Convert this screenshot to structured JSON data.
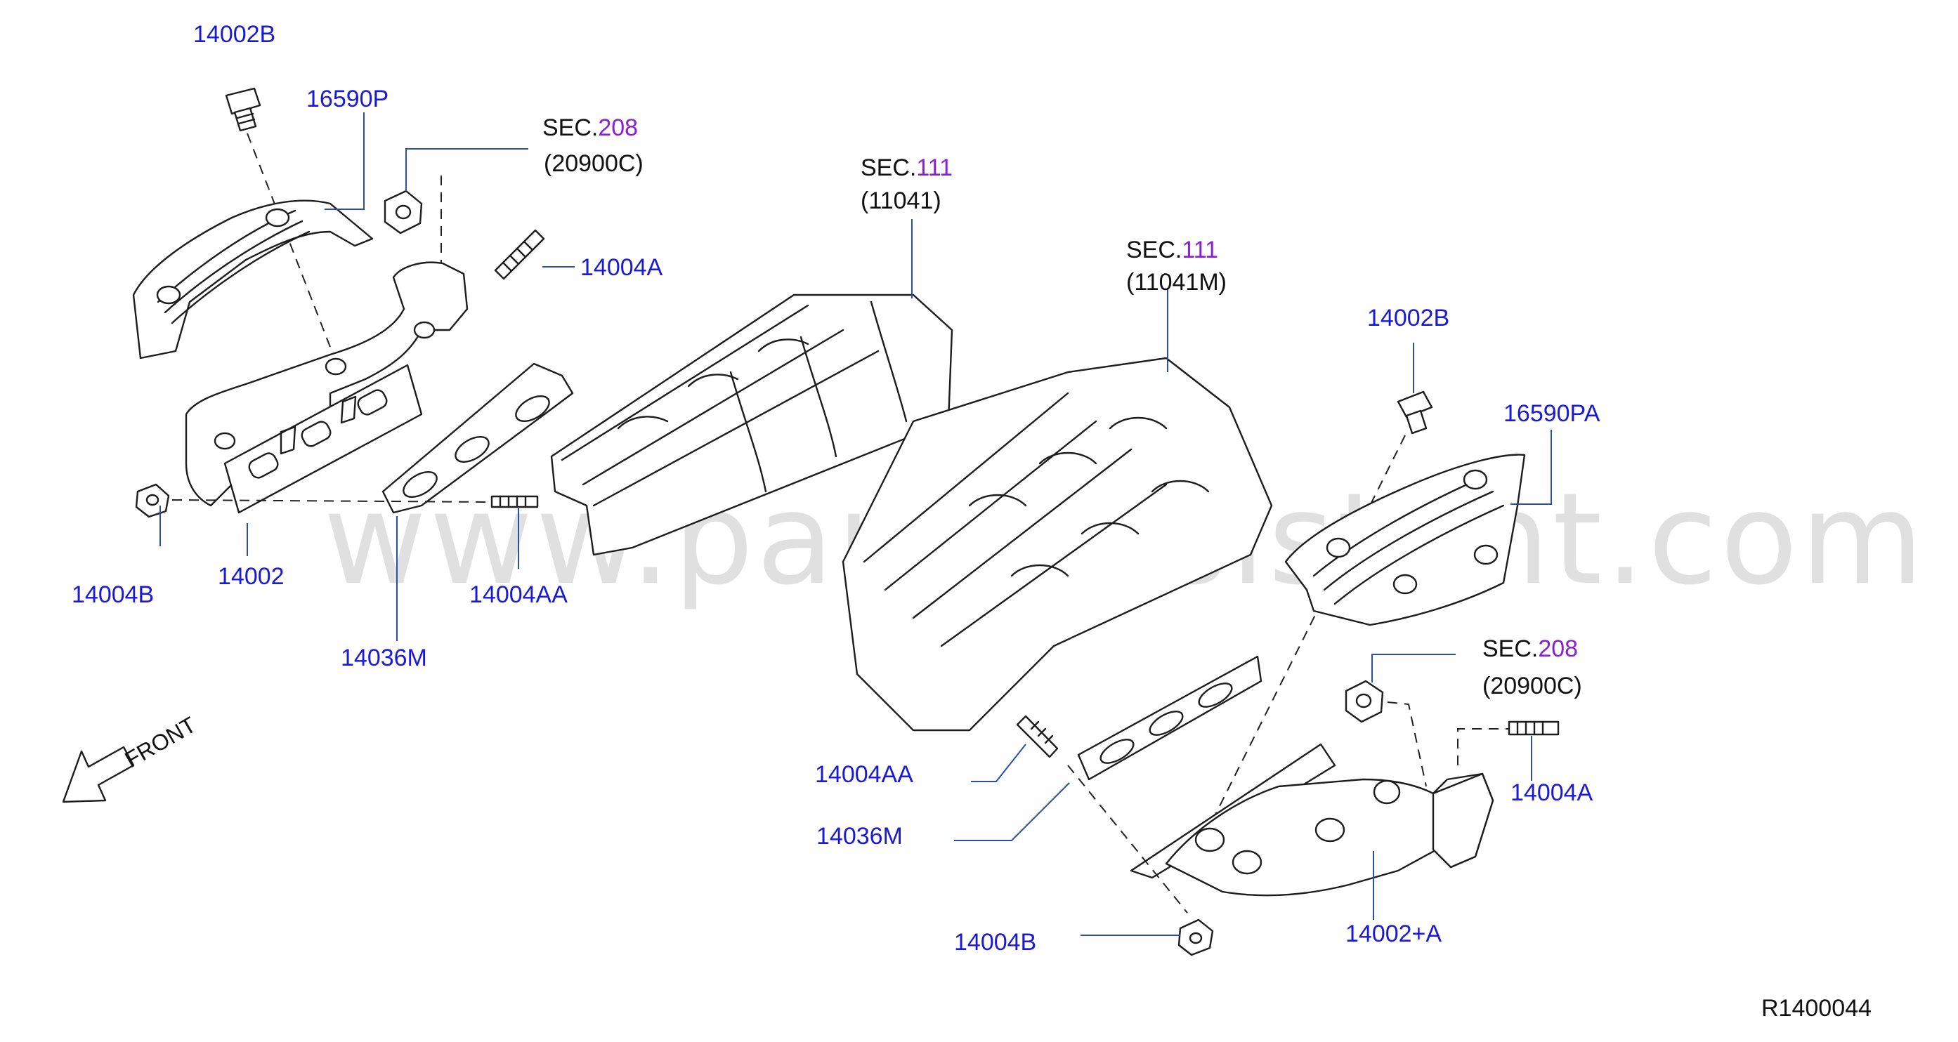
{
  "watermark": "www.partsassistant.com",
  "reference_code": "R1400044",
  "front_label": "FRONT",
  "section_prefix": "SEC.",
  "colors": {
    "part_number": "#1a1ad6",
    "section_number": "#8a1fd6",
    "text": "#111111"
  },
  "callouts": {
    "bolt_left": "14002B",
    "heat_cover_left": "16590P",
    "stud_left": "14004A",
    "nut_left": "14004B",
    "manifold_left": "14002",
    "stud_aa_left": "14004AA",
    "gasket_left": "14036M",
    "bolt_right": "14002B",
    "heat_cover_right": "16590PA",
    "stud_right": "14004A",
    "stud_aa_right": "14004AA",
    "gasket_right": "14036M",
    "nut_right": "14004B",
    "manifold_right": "14002+A"
  },
  "sections": {
    "sec208_left": {
      "number": "208",
      "part": "(20900C)"
    },
    "sec111_left": {
      "number": "111",
      "part": "(11041)"
    },
    "sec111_right": {
      "number": "111",
      "part": "(11041M)"
    },
    "sec208_right": {
      "number": "208",
      "part": "(20900C)"
    }
  }
}
